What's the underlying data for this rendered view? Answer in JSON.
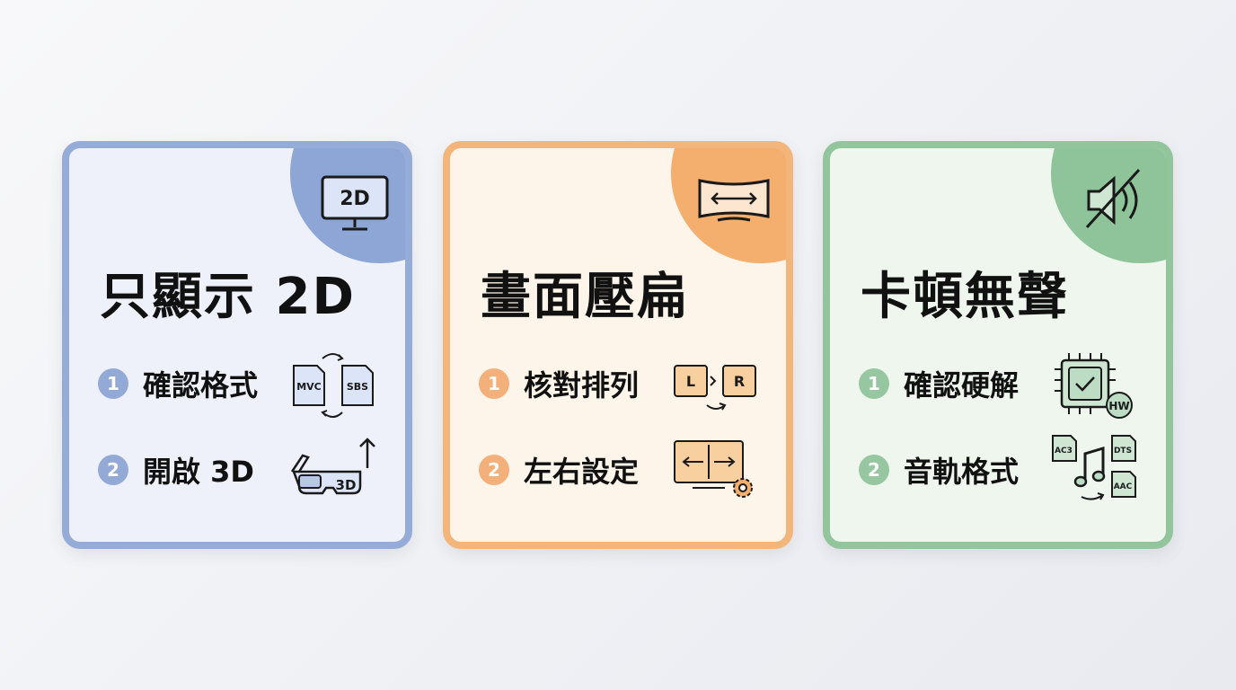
{
  "cards": [
    {
      "title": "只顯示 2D",
      "corner_icon": "2d-monitor-icon",
      "corner_text": "2D",
      "steps": [
        {
          "num": "1",
          "label": "確認格式",
          "icon": "mvc-sbs-swap-icon",
          "icon_texts": [
            "MVC",
            "SBS"
          ]
        },
        {
          "num": "2",
          "label": "開啟 3D",
          "icon": "3d-glasses-icon",
          "icon_texts": [
            "3D"
          ]
        }
      ],
      "accent": "#96acd8"
    },
    {
      "title": "畫面壓扁",
      "corner_icon": "stretched-screen-icon",
      "steps": [
        {
          "num": "1",
          "label": "核對排列",
          "icon": "left-right-order-icon",
          "icon_texts": [
            "L",
            "R"
          ]
        },
        {
          "num": "2",
          "label": "左右設定",
          "icon": "split-screen-settings-icon"
        }
      ],
      "accent": "#f3b57a"
    },
    {
      "title": "卡頓無聲",
      "corner_icon": "muted-speaker-icon",
      "steps": [
        {
          "num": "1",
          "label": "確認硬解",
          "icon": "hardware-decode-chip-icon",
          "icon_texts": [
            "HW"
          ]
        },
        {
          "num": "2",
          "label": "音軌格式",
          "icon": "audio-track-formats-icon",
          "icon_texts": [
            "AC3",
            "DTS",
            "AAC"
          ]
        }
      ],
      "accent": "#93c59c"
    }
  ]
}
